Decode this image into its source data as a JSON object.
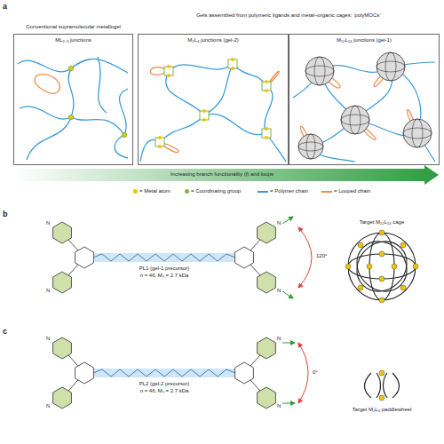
{
  "diagram": {
    "nodes": [
      {
        "text": [
          "Conventional supramolecular metallogel",
          "ML₂₋₃ junctions"
        ]
      },
      {
        "text": [
          "M₂L₄ junctions (gel-2)"
        ]
      },
      {
        "text": [
          "M₁₂L₂₄ junctions (gel-1)"
        ]
      }
    ],
    "labels": [
      "a",
      "Gels assembled from polymeric ligands and metal–organic cages: ‘polyMOCs’",
      "Increasing branch functionality (f) and loops",
      "b",
      "PL1 (gel-1 precursor)",
      "n = 46, Mₙ = 2.7 kDa",
      "120°",
      "Target M₁₂L₂₄ cage",
      "c",
      "PL2 (gel-2 precursor)",
      "n = 46, Mₙ = 2.7 kDa",
      "0°",
      "Target M₂L₄ paddlewheel",
      "N",
      "N",
      "N",
      "N",
      "N",
      "N",
      "N",
      "N"
    ],
    "legend": [
      {
        "text": "= Metal atom",
        "color": "#f2c400"
      },
      {
        "text": "= Coordinating group",
        "color": "#7cb342"
      },
      {
        "text": "= Polymer chain",
        "color": "#3a9ad9"
      },
      {
        "text": "= Looped chain",
        "color": "#f08a4b"
      }
    ]
  }
}
